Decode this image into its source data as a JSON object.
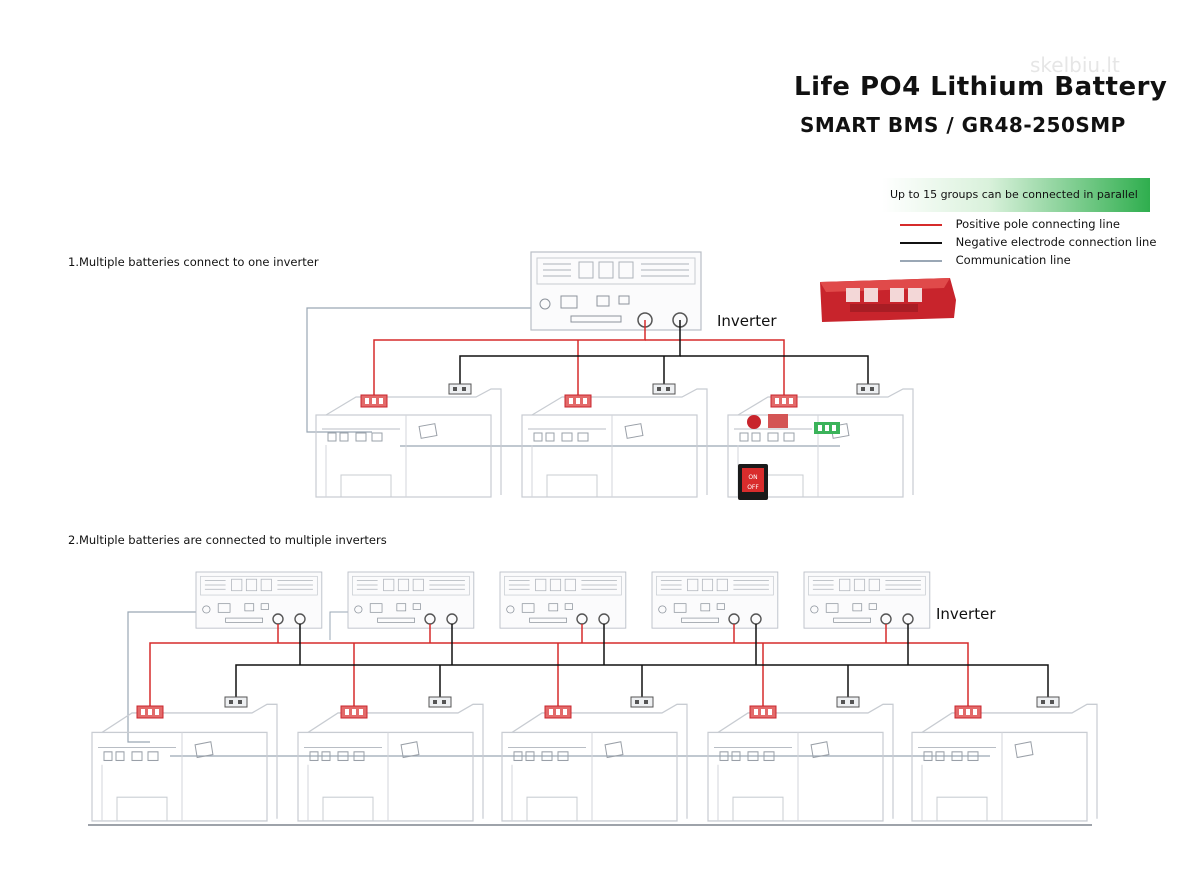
{
  "header": {
    "title": "Life PO4 Lithium Battery",
    "subtitle": "SMART BMS / GR48-250SMP",
    "watermark": "skelbiu.lt"
  },
  "banner": {
    "text": "Up to 15 groups can be connected in parallel",
    "color": "#2fae4e"
  },
  "legend": [
    {
      "label": "Positive pole connecting line",
      "color": "#d62b2b"
    },
    {
      "label": "Negative electrode connection line",
      "color": "#111111"
    },
    {
      "label": "Communication line",
      "color": "#9aa7b5"
    }
  ],
  "sections": {
    "one": {
      "caption": "1.Multiple batteries connect to one inverter",
      "inverter_label": "Inverter"
    },
    "two": {
      "caption": "2.Multiple batteries are connected to multiple inverters",
      "inverter_label": "Inverter"
    }
  },
  "switch": {
    "on": "ON",
    "off": "OFF"
  },
  "colors": {
    "equipment_outline": "#c8ccd2",
    "accent_red": "#c8242c"
  }
}
